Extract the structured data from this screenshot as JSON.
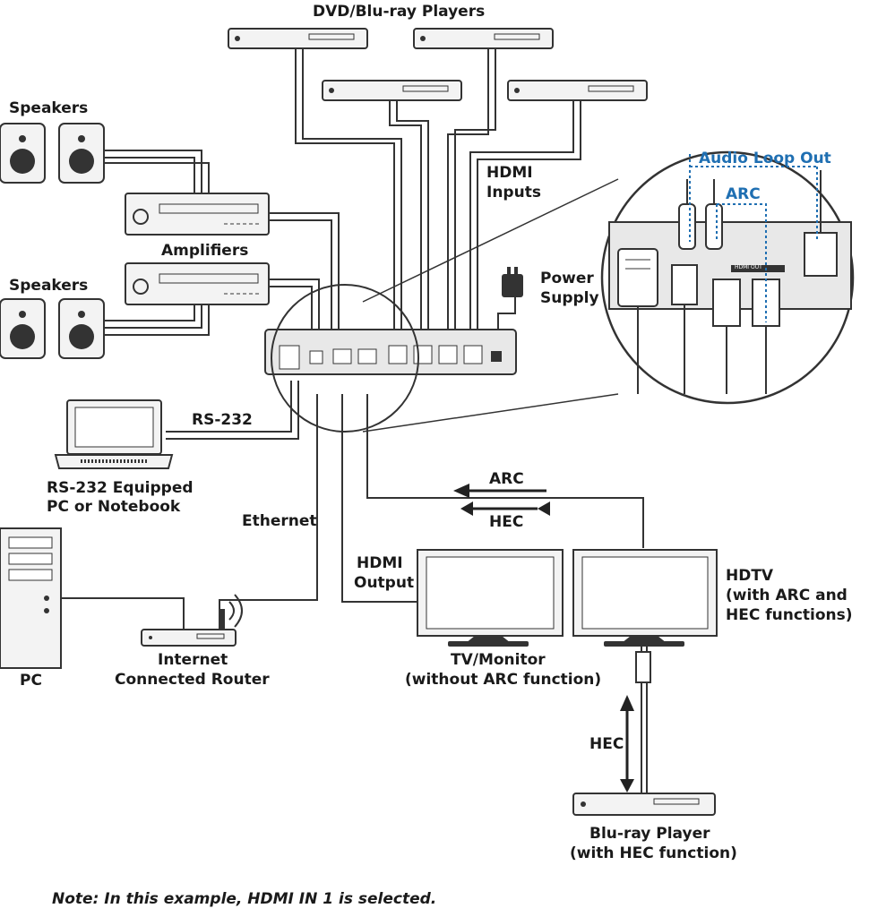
{
  "labels": {
    "dvd_players": "DVD/Blu-ray Players",
    "speakers_top": "Speakers",
    "speakers_bottom": "Speakers",
    "amplifiers": "Amplifiers",
    "hdmi_inputs_1": "HDMI",
    "hdmi_inputs_2": "Inputs",
    "power_1": "Power",
    "power_2": "Supply",
    "audio_loop_out": "Audio Loop Out",
    "arc_zoom": "ARC",
    "rs232": "RS-232",
    "pc_notebook_1": "RS-232 Equipped",
    "pc_notebook_2": "PC or Notebook",
    "ethernet": "Ethernet",
    "arc": "ARC",
    "hec": "HEC",
    "hdmi_output_1": "HDMI",
    "hdmi_output_2": "Output",
    "hdtv_1": "HDTV",
    "hdtv_2": "(with ARC and",
    "hdtv_3": "HEC functions)",
    "pc": "PC",
    "router_1": "Internet",
    "router_2": "Connected Router",
    "tv_1": "TV/Monitor",
    "tv_2": "(without ARC function)",
    "hec_vertical": "HEC",
    "bluray_1": "Blu-ray Player",
    "bluray_2": "(with HEC function)",
    "hdmi_out_port": "HDMI OUT"
  },
  "note": "Note: In this example, HDMI IN 1 is selected.",
  "colors": {
    "accent": "#1f6fb2",
    "line": "#333333"
  }
}
